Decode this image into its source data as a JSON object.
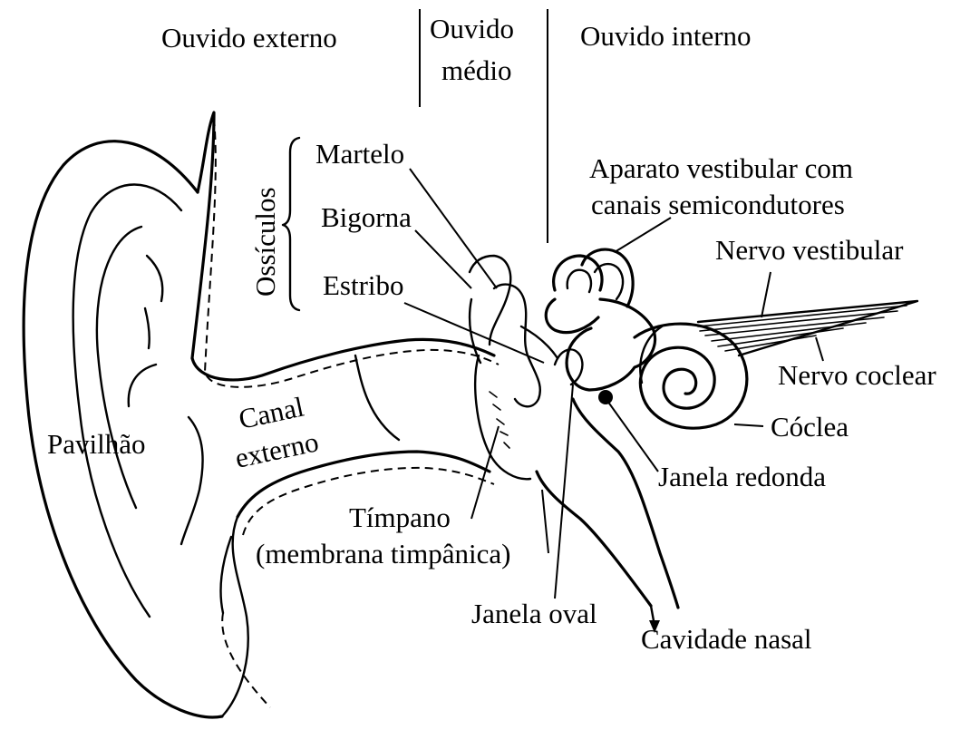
{
  "sections": {
    "outer": "Ouvido externo",
    "middle_line1": "Ouvido",
    "middle_line2": "médio",
    "inner": "Ouvido interno"
  },
  "group_label": "Ossículos",
  "labels": {
    "martelo": "Martelo",
    "bigorna": "Bigorna",
    "estribo": "Estribo",
    "aparato_line1": "Aparato vestibular com",
    "aparato_line2": "canais semicondutores",
    "nervo_vestibular": "Nervo vestibular",
    "nervo_coclear": "Nervo coclear",
    "coclea": "Cóclea",
    "janela_redonda": "Janela redonda",
    "pavilhao": "Pavilhão",
    "canal_line1": "Canal",
    "canal_line2": "externo",
    "timpano_line1": "Tímpano",
    "timpano_line2": "(membrana timpânica)",
    "janela_oval": "Janela oval",
    "cavidade_nasal": "Cavidade nasal"
  }
}
